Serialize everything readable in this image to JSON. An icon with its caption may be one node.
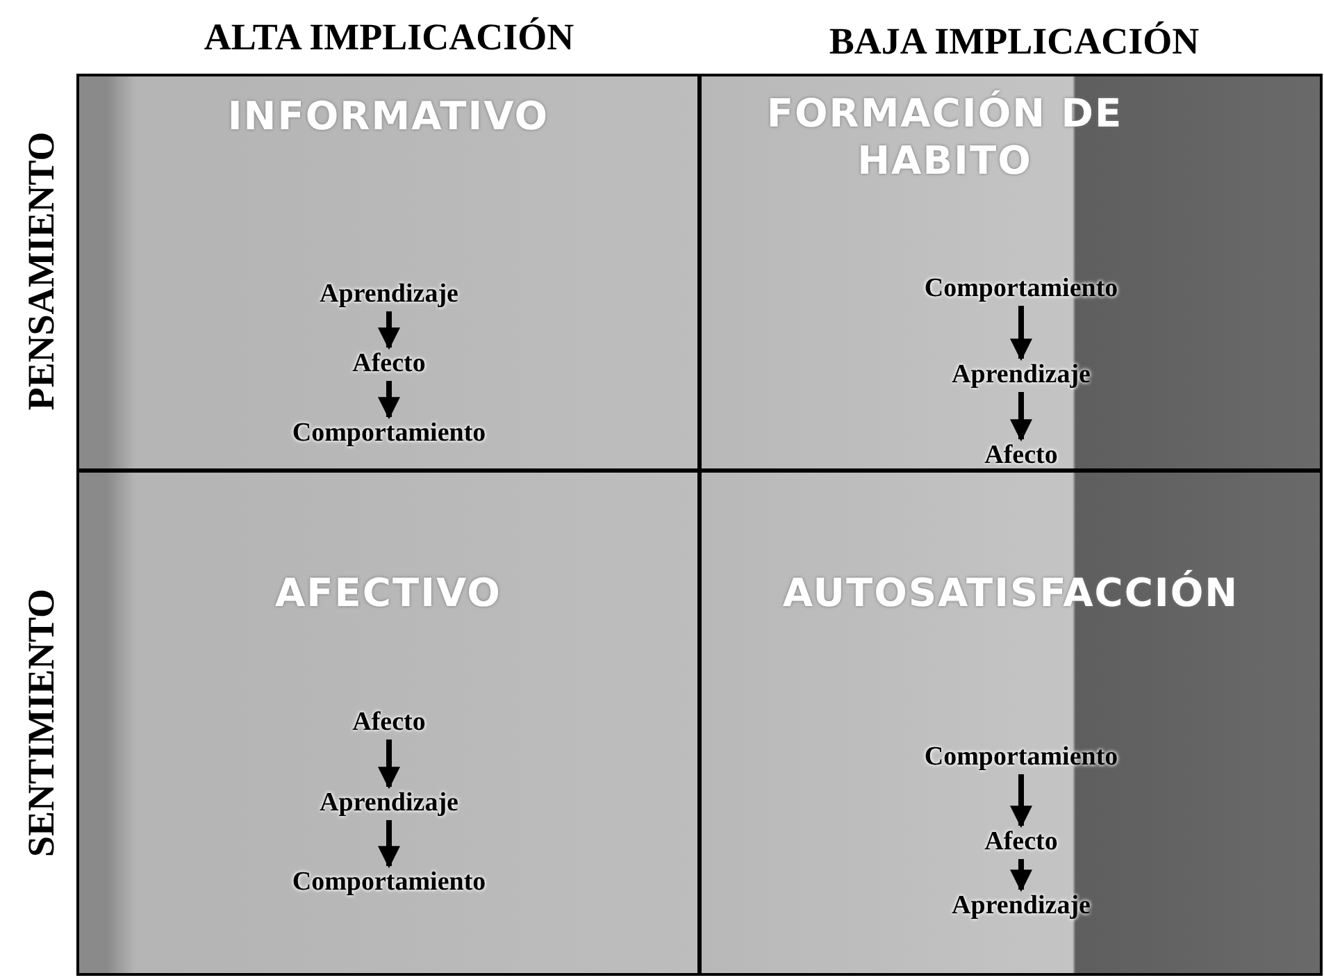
{
  "diagram": {
    "nodes": [
      {
        "text": [
          "INFORMATIVO"
        ]
      },
      {
        "text": [
          "Aprendizaje"
        ],
        "in": 0
      },
      {
        "text": [
          "Afecto"
        ],
        "in": 0
      },
      {
        "text": [
          "Comportamiento"
        ],
        "in": 0
      },
      {
        "text": [
          "FORMACIÓN DE HABITO"
        ]
      },
      {
        "text": [
          "Comportamiento"
        ],
        "in": 4
      },
      {
        "text": [
          "Aprendizaje"
        ],
        "in": 4
      },
      {
        "text": [
          "Afecto"
        ],
        "in": 4
      },
      {
        "text": [
          "AFECTIVO"
        ]
      },
      {
        "text": [
          "Afecto"
        ],
        "in": 8
      },
      {
        "text": [
          "Aprendizaje"
        ],
        "in": 8
      },
      {
        "text": [
          "Comportamiento"
        ],
        "in": 8
      },
      {
        "text": [
          "AUTOSATISFACCIÓN"
        ]
      },
      {
        "text": [
          "Comportamiento"
        ],
        "in": 12
      },
      {
        "text": [
          "Afecto"
        ],
        "in": 12
      },
      {
        "text": [
          "Aprendizaje"
        ],
        "in": 12
      }
    ],
    "edges": [
      {
        "from": 1,
        "to": 2,
        "arrow": "to"
      },
      {
        "from": 2,
        "to": 3,
        "arrow": "to"
      },
      {
        "from": 5,
        "to": 6,
        "arrow": "to"
      },
      {
        "from": 6,
        "to": 7,
        "arrow": "to"
      },
      {
        "from": 9,
        "to": 10,
        "arrow": "to"
      },
      {
        "from": 10,
        "to": 11,
        "arrow": "to"
      },
      {
        "from": 13,
        "to": 14,
        "arrow": "to"
      },
      {
        "from": 14,
        "to": 15,
        "arrow": "to"
      }
    ],
    "labels": [
      "ALTA IMPLICACIÓN",
      "BAJA IMPLICACIÓN",
      "PENSAMIENTO",
      "SENTIMIENTO"
    ]
  }
}
